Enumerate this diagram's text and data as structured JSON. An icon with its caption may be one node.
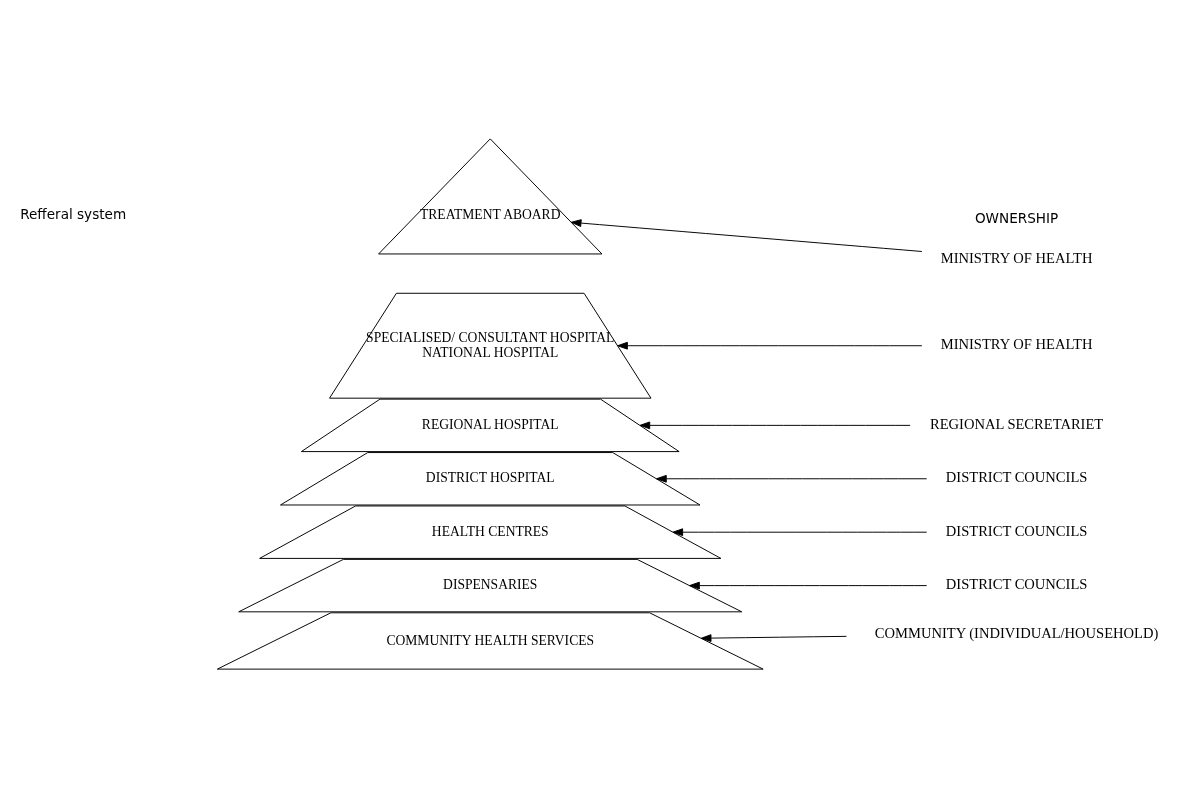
{
  "diagram": {
    "nodes": [
      {
        "text": [
          "TREATMENT ABOARD"
        ]
      },
      {
        "text": [
          "SPECIALISED/ CONSULTANT HOSPITAL",
          "NATIONAL HOSPITAL"
        ]
      },
      {
        "text": [
          "REGIONAL HOSPITAL"
        ]
      },
      {
        "text": [
          "DISTRICT HOSPITAL"
        ]
      },
      {
        "text": [
          "HEALTH CENTRES"
        ]
      },
      {
        "text": [
          "DISPENSARIES"
        ]
      },
      {
        "text": [
          "COMMUNITY HEALTH SERVICES"
        ]
      },
      {
        "text": [
          "MINISTRY OF HEALTH"
        ]
      },
      {
        "text": [
          "MINISTRY OF HEALTH"
        ]
      },
      {
        "text": [
          "REGIONAL SECRETARIET"
        ]
      },
      {
        "text": [
          "DISTRICT COUNCILS"
        ]
      },
      {
        "text": [
          "DISTRICT COUNCILS"
        ]
      },
      {
        "text": [
          "DISTRICT COUNCILS"
        ]
      },
      {
        "text": [
          "COMMUNITY (INDIVIDUAL/HOUSEHOLD)"
        ]
      }
    ],
    "edges": [
      {
        "from": 7,
        "to": 0,
        "arrow": "to"
      },
      {
        "from": 8,
        "to": 1,
        "arrow": "to"
      },
      {
        "from": 9,
        "to": 2,
        "arrow": "to"
      },
      {
        "from": 10,
        "to": 3,
        "arrow": "to"
      },
      {
        "from": 11,
        "to": 4,
        "arrow": "to"
      },
      {
        "from": 12,
        "to": 5,
        "arrow": "to"
      },
      {
        "from": 13,
        "to": 6,
        "arrow": "to"
      }
    ],
    "labels": [
      "Refferal system",
      "OWNERSHIP"
    ]
  }
}
